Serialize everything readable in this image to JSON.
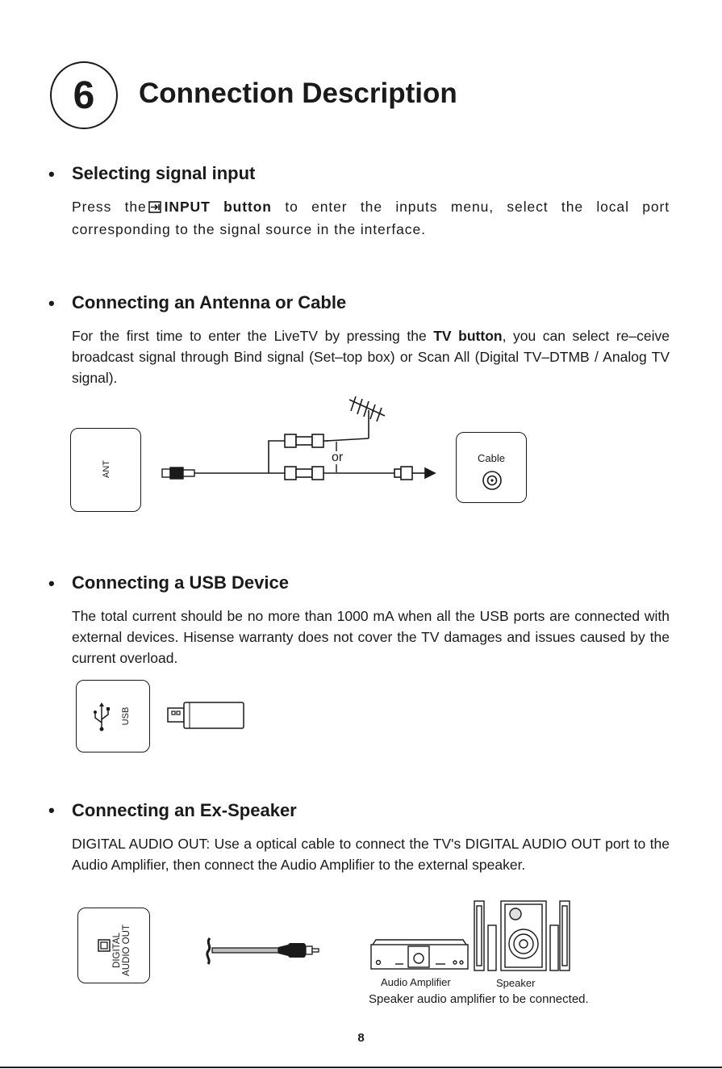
{
  "chapter": {
    "number": "6",
    "title": "Connection Description"
  },
  "sections": [
    {
      "title": "Selecting signal input",
      "text_before": "Press the",
      "bold": "INPUT button",
      "text_after": "to enter the inputs menu, select the local port corresponding to the signal source in the interface."
    },
    {
      "title": "Connecting an Antenna or Cable",
      "text_before": "For the first time to enter the LiveTV by pressing the",
      "bold": "TV button",
      "text_after": ", you can select re–ceive broadcast signal through Bind signal (Set–top box) or Scan All (Digital TV–DTMB / Analog TV signal)."
    },
    {
      "title": "Connecting a USB Device",
      "text": "The total current should be no more than 1000 mA when all the USB ports are connected with external devices. Hisense warranty does not cover the TV damages and issues caused by the current overload."
    },
    {
      "title": "Connecting an Ex-Speaker",
      "text": "DIGITAL AUDIO OUT: Use a optical cable to connect the TV's DIGITAL AUDIO OUT port to the Audio Amplifier, then connect the Audio Amplifier to the external speaker."
    }
  ],
  "diagram_antenna": {
    "port_label": "ANT",
    "or_label": "or",
    "cable_label": "Cable"
  },
  "diagram_usb": {
    "port_label": "USB"
  },
  "diagram_audio": {
    "port_label_1": "DIGITAL",
    "port_label_2": "AUDIO OUT",
    "amp_label": "Audio Amplifier",
    "speaker_label": "Speaker",
    "footnote": "Speaker audio amplifier to be connected."
  },
  "page_number": "8",
  "icons": [
    "input-icon",
    "antenna-icon",
    "coax-socket-icon",
    "usb-icon",
    "usb-stick-icon",
    "optical-port-icon",
    "optical-cable-icon",
    "amplifier-icon",
    "speaker-icon"
  ]
}
